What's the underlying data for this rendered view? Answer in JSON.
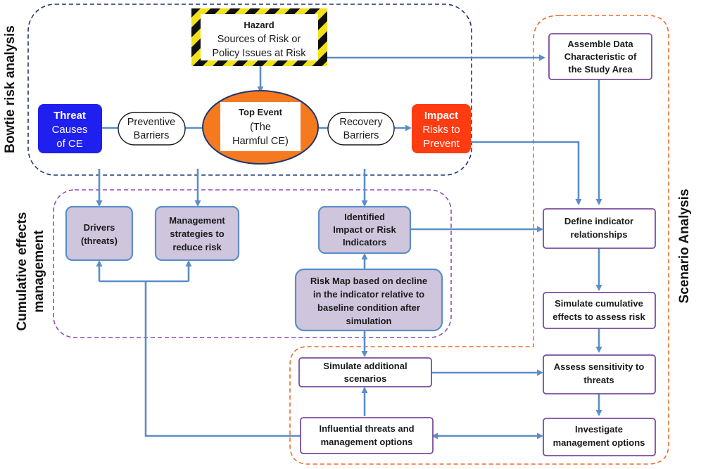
{
  "section_labels": {
    "bowtie": "Bowtie risk analysis",
    "cumulative_line1": "Cumulative effects",
    "cumulative_line2": "management",
    "scenario": "Scenario Analysis"
  },
  "hazard": {
    "title": "Hazard",
    "line1": "Sources of Risk or",
    "line2": "Policy Issues at Risk"
  },
  "threat": {
    "title": "Threat",
    "line1": "Causes",
    "line2": "of CE"
  },
  "preventive_barriers": {
    "line1": "Preventive",
    "line2": "Barriers"
  },
  "top_event": {
    "title": "Top Event",
    "line1": "(The",
    "line2": "Harmful CE)"
  },
  "recovery_barriers": {
    "line1": "Recovery",
    "line2": "Barriers"
  },
  "impact": {
    "title": "Impact",
    "line1": "Risks to",
    "line2": "Prevent"
  },
  "drivers": {
    "line1": "Drivers",
    "line2": "(threats)"
  },
  "management_strategies": {
    "line1": "Management",
    "line2": "strategies to",
    "line3": "reduce risk"
  },
  "identified_impact": {
    "line1": "Identified",
    "line2": "Impact or Risk",
    "line3": "Indicators"
  },
  "risk_map": {
    "line1": "Risk Map based on decline",
    "line2": "in the indicator relative to",
    "line3": "baseline condition after",
    "line4": "simulation"
  },
  "assemble_data": {
    "line1": "Assemble Data",
    "line2": "Characteristic of",
    "line3": "the Study Area"
  },
  "define_indicator": {
    "line1": "Define indicator",
    "line2": "relationships"
  },
  "simulate_cumulative": {
    "line1": "Simulate cumulative",
    "line2": "effects to assess risk"
  },
  "assess_sensitivity": {
    "line1": "Assess sensitivity to",
    "line2": "threats"
  },
  "investigate_management": {
    "line1": "Investigate",
    "line2": "management options"
  },
  "simulate_additional": {
    "line1": "Simulate additional",
    "line2": "scenarios"
  },
  "influential_threats": {
    "line1": "Influential threats and",
    "line2": "management options"
  },
  "colors": {
    "threat_fill": "#1f1ff0",
    "impact_fill": "#ff3b12",
    "top_event_fill": "#f57a1f",
    "purple_box_fill": "#cfc6dd",
    "arrow": "#5b8ec7",
    "bowtie_border": "#1f3670",
    "cumulative_border": "#8a4fb8",
    "scenario_border": "#f06a2a",
    "hazard_stripe_yellow": "#f2e21c",
    "hazard_stripe_black": "#111111"
  }
}
